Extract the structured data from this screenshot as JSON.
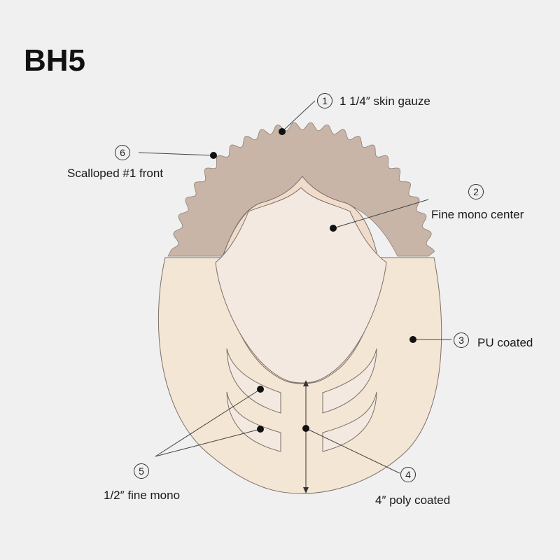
{
  "title": "BH5",
  "labels": [
    {
      "num": "1",
      "text": "1  1/4″   skin gauze"
    },
    {
      "num": "2",
      "text": "Fine mono center"
    },
    {
      "num": "3",
      "text": "PU coated"
    },
    {
      "num": "4",
      "text": "4″   poly coated"
    },
    {
      "num": "5",
      "text": "1/2″   fine mono"
    },
    {
      "num": "6",
      "text": "Scalloped #1 front"
    }
  ],
  "colors": {
    "background": "#f0f0f0",
    "pu_coated": "#f4e6d4",
    "skin_gauze": "#c9b5a7",
    "mono_center": "#f3e9e0",
    "outline": "#7a7068",
    "leader": "#444444"
  }
}
